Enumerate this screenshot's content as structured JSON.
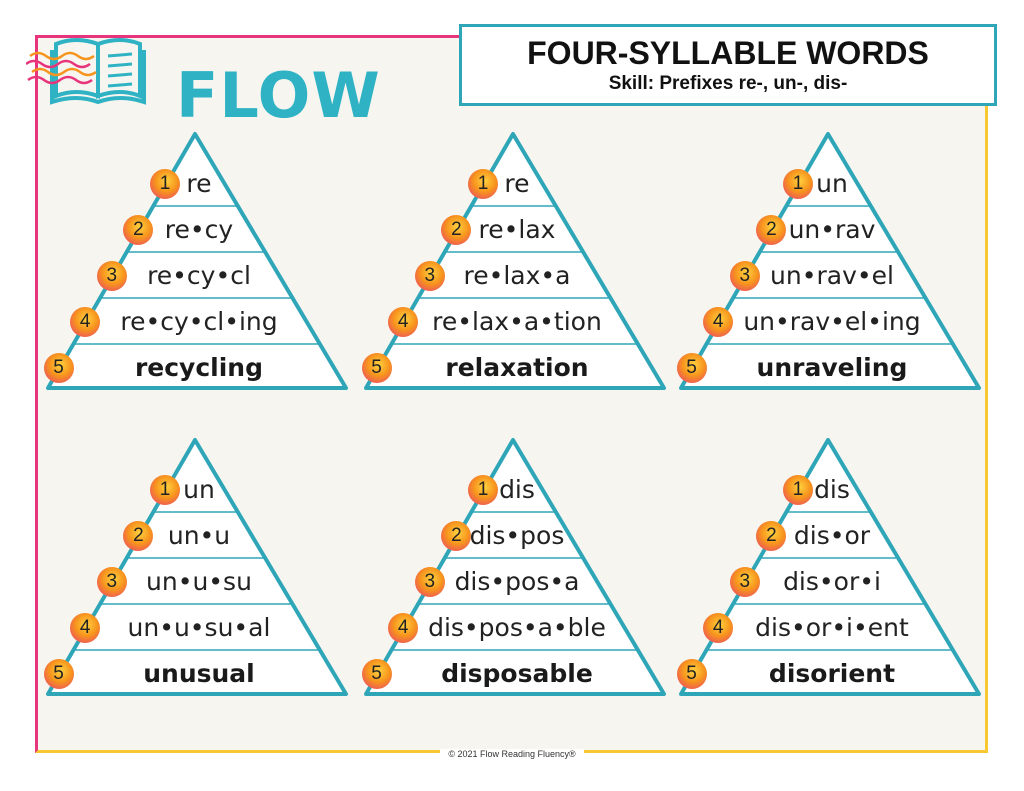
{
  "brand": {
    "name": "FLOW"
  },
  "header": {
    "title": "FOUR-SYLLABLE WORDS",
    "subtitle": "Skill: Prefixes re-, un-, dis-"
  },
  "footer": {
    "text": "© 2021 Flow Reading Fluency®"
  },
  "colors": {
    "teal": "#2fa6b8",
    "pink": "#e8347a",
    "yellow": "#f7c832",
    "background": "#f7f5f0"
  },
  "pyramids": [
    {
      "rows": [
        "re",
        "re•cy",
        "re•cy•cl",
        "re•cy•cl•ing"
      ],
      "word": "recycling"
    },
    {
      "rows": [
        "re",
        "re•lax",
        "re•lax•a",
        "re•lax•a•tion"
      ],
      "word": "relaxation"
    },
    {
      "rows": [
        "un",
        "un•rav",
        "un•rav•el",
        "un•rav•el•ing"
      ],
      "word": "unraveling"
    },
    {
      "rows": [
        "un",
        "un•u",
        "un•u•su",
        "un•u•su•al"
      ],
      "word": "unusual"
    },
    {
      "rows": [
        "dis",
        "dis•pos",
        "dis•pos•a",
        "dis•pos•a•ble"
      ],
      "word": "disposable"
    },
    {
      "rows": [
        "dis",
        "dis•or",
        "dis•or•i",
        "dis•or•i•ent"
      ],
      "word": "disorient"
    }
  ],
  "step_numbers": [
    "1",
    "2",
    "3",
    "4",
    "5"
  ]
}
